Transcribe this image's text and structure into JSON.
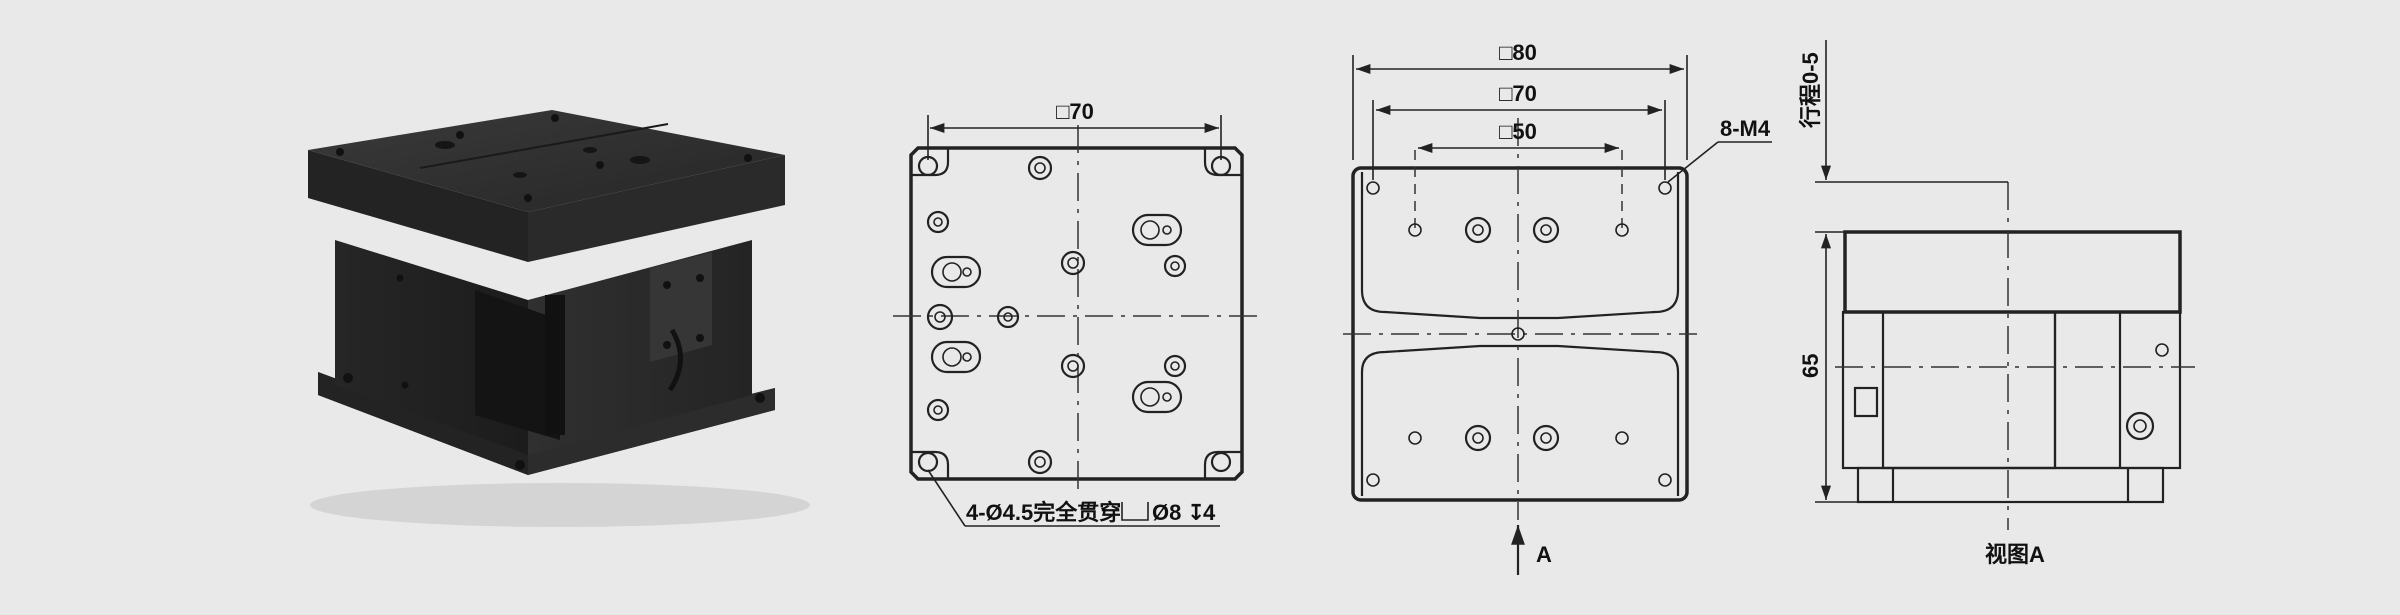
{
  "diagram": {
    "colors": {
      "background": "#e9e9e9",
      "line": "#222222",
      "product_dark": "#2b2b2b"
    },
    "product_photo": {
      "description_icon": "stage-3d-photo"
    },
    "top_view": {
      "dim_square": "□70",
      "hole_callout": "4-Ø4.5完全贯穿",
      "counterbore": "Ø8",
      "depth_symbol": "↧",
      "depth": "4"
    },
    "front_view": {
      "dim_outer": "□80",
      "dim_mid": "□70",
      "dim_inner": "□50",
      "thread_callout": "8-M4",
      "view_arrow_label": "A"
    },
    "side_view": {
      "stroke_label": "行程0-5",
      "height_label": "65",
      "view_label": "视图A"
    }
  }
}
